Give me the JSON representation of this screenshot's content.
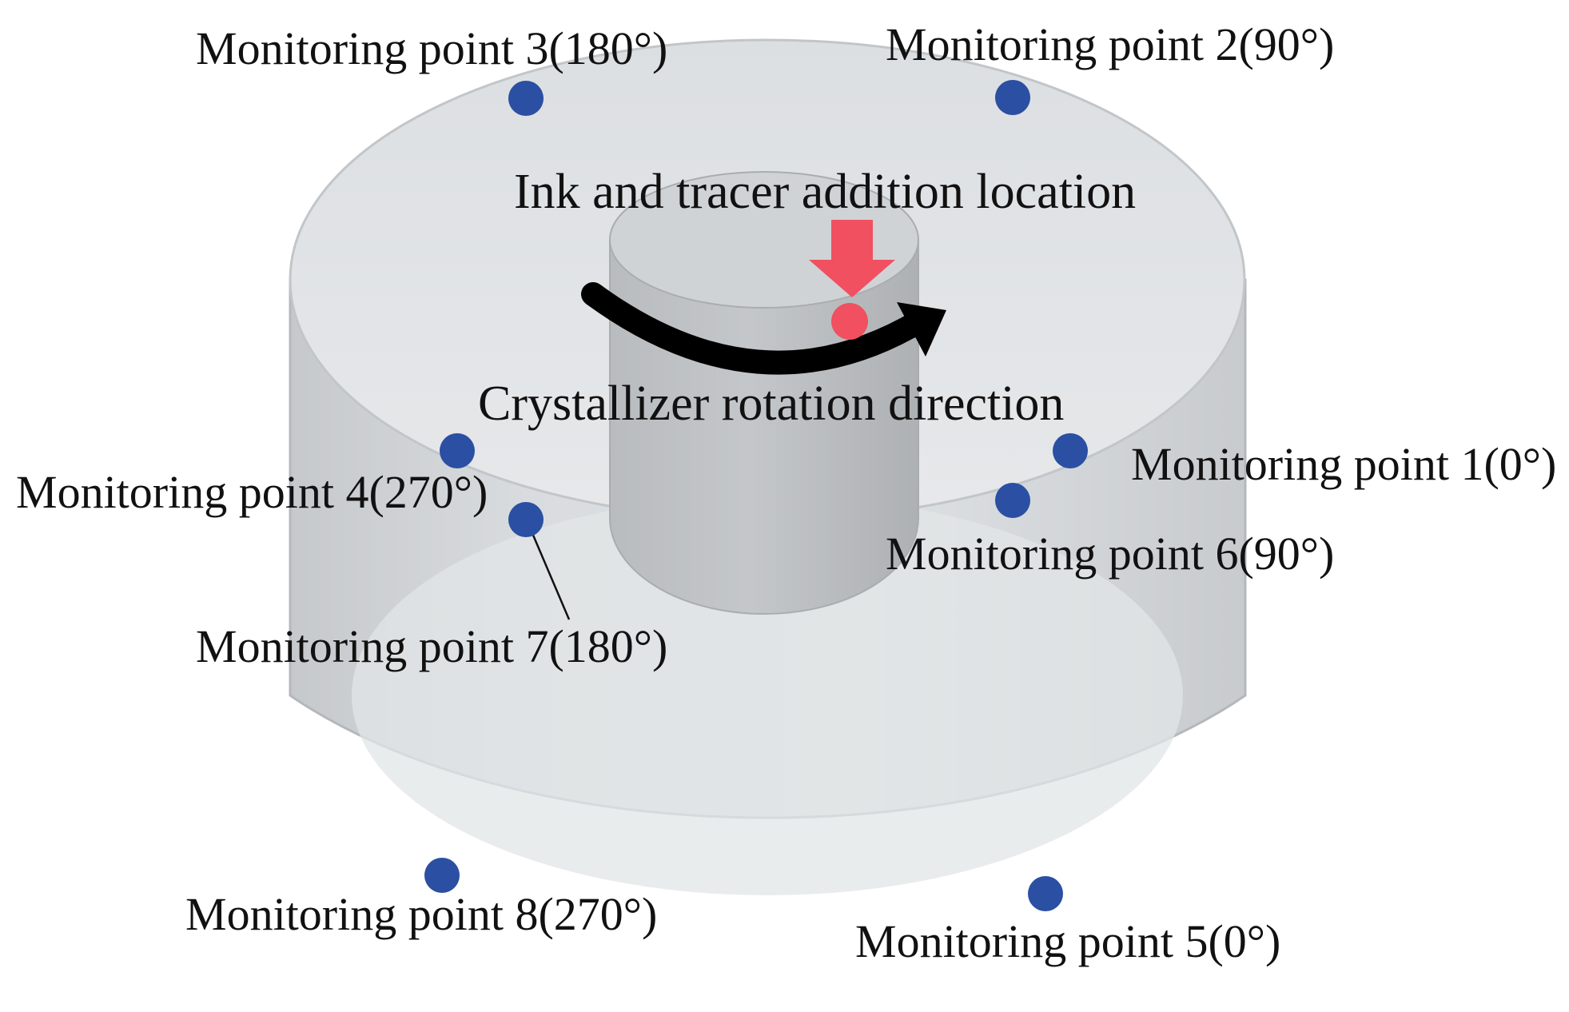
{
  "diagram": {
    "addition_label": "Ink and tracer addition location",
    "rotation_label": "Crystallizer rotation direction",
    "colors": {
      "monitoring_point": "#2a4fa3",
      "tracer_marker": "#f0505f",
      "rotation_arrow": "#000000",
      "vessel_body": "#d4d7da",
      "vessel_outline": "#b4b8bc"
    },
    "monitoring_points": [
      {
        "id": 1,
        "label": "Monitoring point 1(0°)"
      },
      {
        "id": 2,
        "label": "Monitoring point  2(90°)"
      },
      {
        "id": 3,
        "label": "Monitoring point 3(180°)"
      },
      {
        "id": 4,
        "label": "Monitoring point 4(270°)"
      },
      {
        "id": 5,
        "label": "Monitoring point 5(0°)"
      },
      {
        "id": 6,
        "label": "Monitoring point  6(90°)"
      },
      {
        "id": 7,
        "label": "Monitoring point 7(180°)"
      },
      {
        "id": 8,
        "label": "Monitoring point 8(270°)"
      }
    ]
  }
}
